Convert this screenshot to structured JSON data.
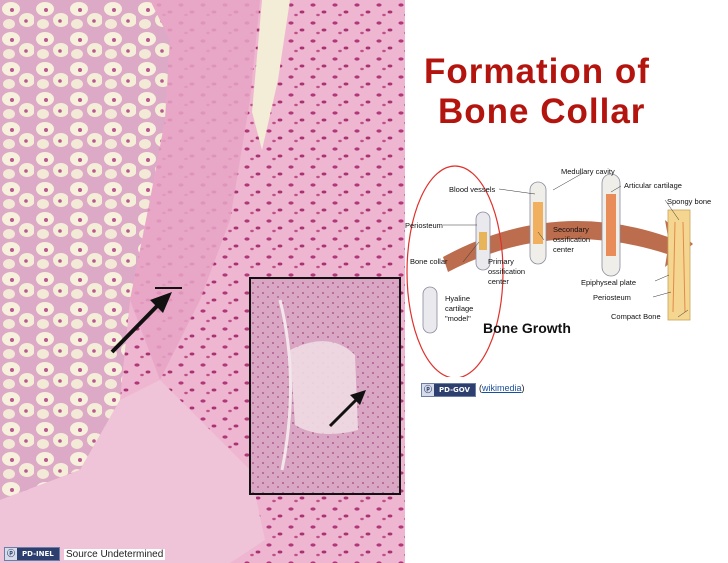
{
  "title": {
    "line1": "Formation of",
    "line2": "Bone Collar"
  },
  "diagram": {
    "title": "Bone Growth",
    "labels": {
      "medullary": "Medullary cavity",
      "blood": "Blood vessels",
      "articular": "Articular cartilage",
      "spongy": "Spongy bone",
      "periosteum": "Periosteum",
      "secondary1": "Secondary",
      "secondary2": "ossification",
      "secondary3": "center",
      "collar": "Bone collar",
      "primary1": "Primary",
      "primary2": "ossification",
      "primary3": "center",
      "epiphyseal": "Epiphyseal plate",
      "periosteum2": "Periosteum",
      "hyaline1": "Hyaline",
      "hyaline2": "cartilage",
      "hyaline3": "\"model\"",
      "compact": "Compact Bone"
    }
  },
  "credit": {
    "open": "(",
    "link": "wikimedia",
    "close": ")"
  },
  "badges": {
    "pd_gov": "PD-GOV",
    "pd_inel": "PD-INEL"
  },
  "source": "Source Undetermined",
  "colors": {
    "title": "#b3140e",
    "circle": "#e0322c",
    "arrow": "#b0532f",
    "tissue_pink": "#e8b6cf",
    "nuclei": "#b23a7c"
  }
}
